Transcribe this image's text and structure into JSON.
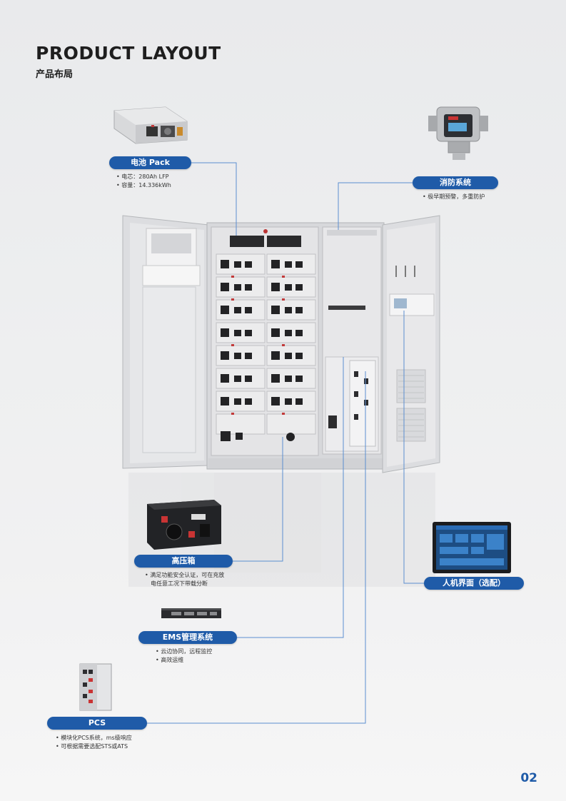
{
  "header": {
    "title": "PRODUCT LAYOUT",
    "subtitle": "产品布局"
  },
  "components": {
    "battery_pack": {
      "label": "电池 Pack",
      "bullets": [
        "• 电芯：280Ah LFP",
        "• 容量：14.336kWh"
      ]
    },
    "fire_system": {
      "label": "消防系统",
      "bullets": [
        "• 极早期预警，多重防护"
      ]
    },
    "hv_box": {
      "label": "高压箱",
      "bullets": [
        "• 满足功能安全认证，可在充放",
        "电任意工况下带载分断"
      ]
    },
    "hmi": {
      "label": "人机界面（选配）"
    },
    "ems": {
      "label": "EMS管理系统",
      "bullets": [
        "• 云边协同，远程监控",
        "• 高效运维"
      ]
    },
    "pcs": {
      "label": "PCS",
      "bullets": [
        "• 模块化PCS系统，ms级响应",
        "• 可根据需要选配STS或ATS"
      ]
    }
  },
  "page_number": "02",
  "colors": {
    "accent": "#1f5ba8",
    "leader_line": "#5b8ed0"
  }
}
